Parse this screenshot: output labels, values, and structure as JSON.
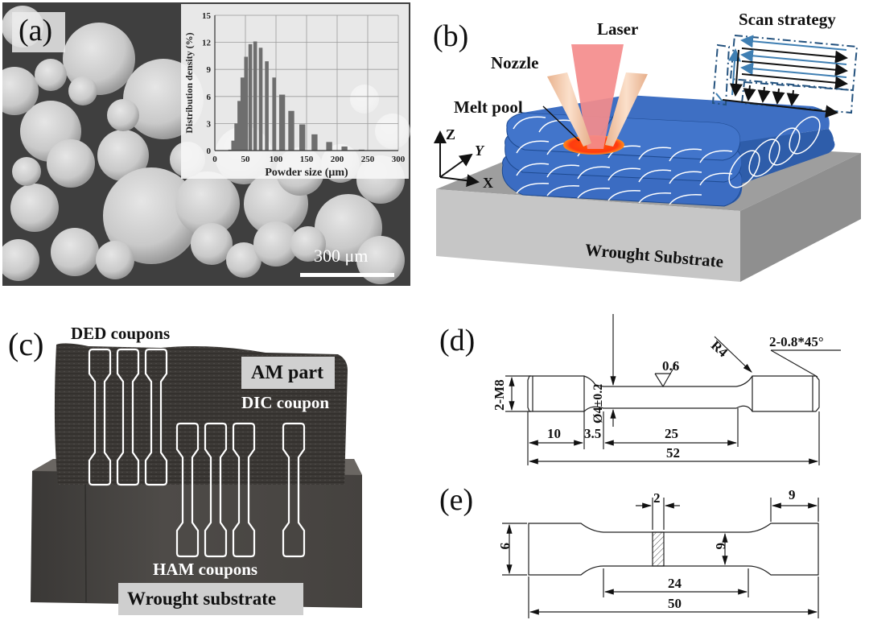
{
  "panels": {
    "a": {
      "label": "(a)",
      "scale_bar": "300 μm",
      "chart_data": {
        "type": "bar",
        "title": "",
        "xlabel": "Powder size (μm)",
        "ylabel": "Distribution density (%)",
        "xlim": [
          0,
          300
        ],
        "ylim": [
          0,
          15
        ],
        "xticks": [
          "0",
          "50",
          "100",
          "150",
          "200",
          "250",
          "300"
        ],
        "yticks": [
          "0",
          "3",
          "6",
          "9",
          "12",
          "15"
        ],
        "grid": true,
        "x": [
          25,
          30,
          35,
          40,
          45,
          51,
          58,
          66,
          75,
          85,
          97,
          110,
          125,
          143,
          163,
          187,
          212,
          240
        ],
        "values": [
          0.1,
          1.1,
          3.0,
          5.5,
          8.1,
          10.4,
          11.8,
          12.1,
          11.4,
          9.9,
          8.1,
          6.2,
          4.4,
          2.9,
          1.8,
          0.95,
          0.45,
          0.1
        ],
        "bar_color": "#6e6e6e"
      }
    },
    "b": {
      "label": "(b)",
      "laser": "Laser",
      "nozzle": "Nozzle",
      "melt_pool": "Melt pool",
      "scan_strategy": "Scan strategy",
      "axes": {
        "z": "Z",
        "y": "Y",
        "x": "X"
      },
      "substrate": "Wrought Substrate",
      "colors": {
        "deposit": "#3a6cc0",
        "laser": "#f48c8c",
        "nozzle": "#f3c7a6",
        "substrate": "#bdbdbd",
        "scan_blue": "#3f7fb3"
      }
    },
    "c": {
      "label": "(c)",
      "ded_coupons": "DED coupons",
      "am_part": "AM part",
      "dic_coupon": "DIC coupon",
      "ham_coupons": "HAM coupons",
      "wrought_substrate": "Wrought substrate"
    },
    "d": {
      "label": "(d)",
      "dims": {
        "diameter": "Ø4±0.2",
        "radius": "R4",
        "chamfer": "2-0.8*45°",
        "roughness": "0.6",
        "thread": "2-M8",
        "grip_length": "10",
        "transition": "3.5",
        "gauge_length": "25",
        "total_length": "52"
      }
    },
    "e": {
      "label": "(e)",
      "dims": {
        "grip_width": "9",
        "slot_width": "2",
        "grip_length": "9",
        "gauge_width": "6",
        "gauge_length": "24",
        "total_length": "50"
      }
    }
  }
}
